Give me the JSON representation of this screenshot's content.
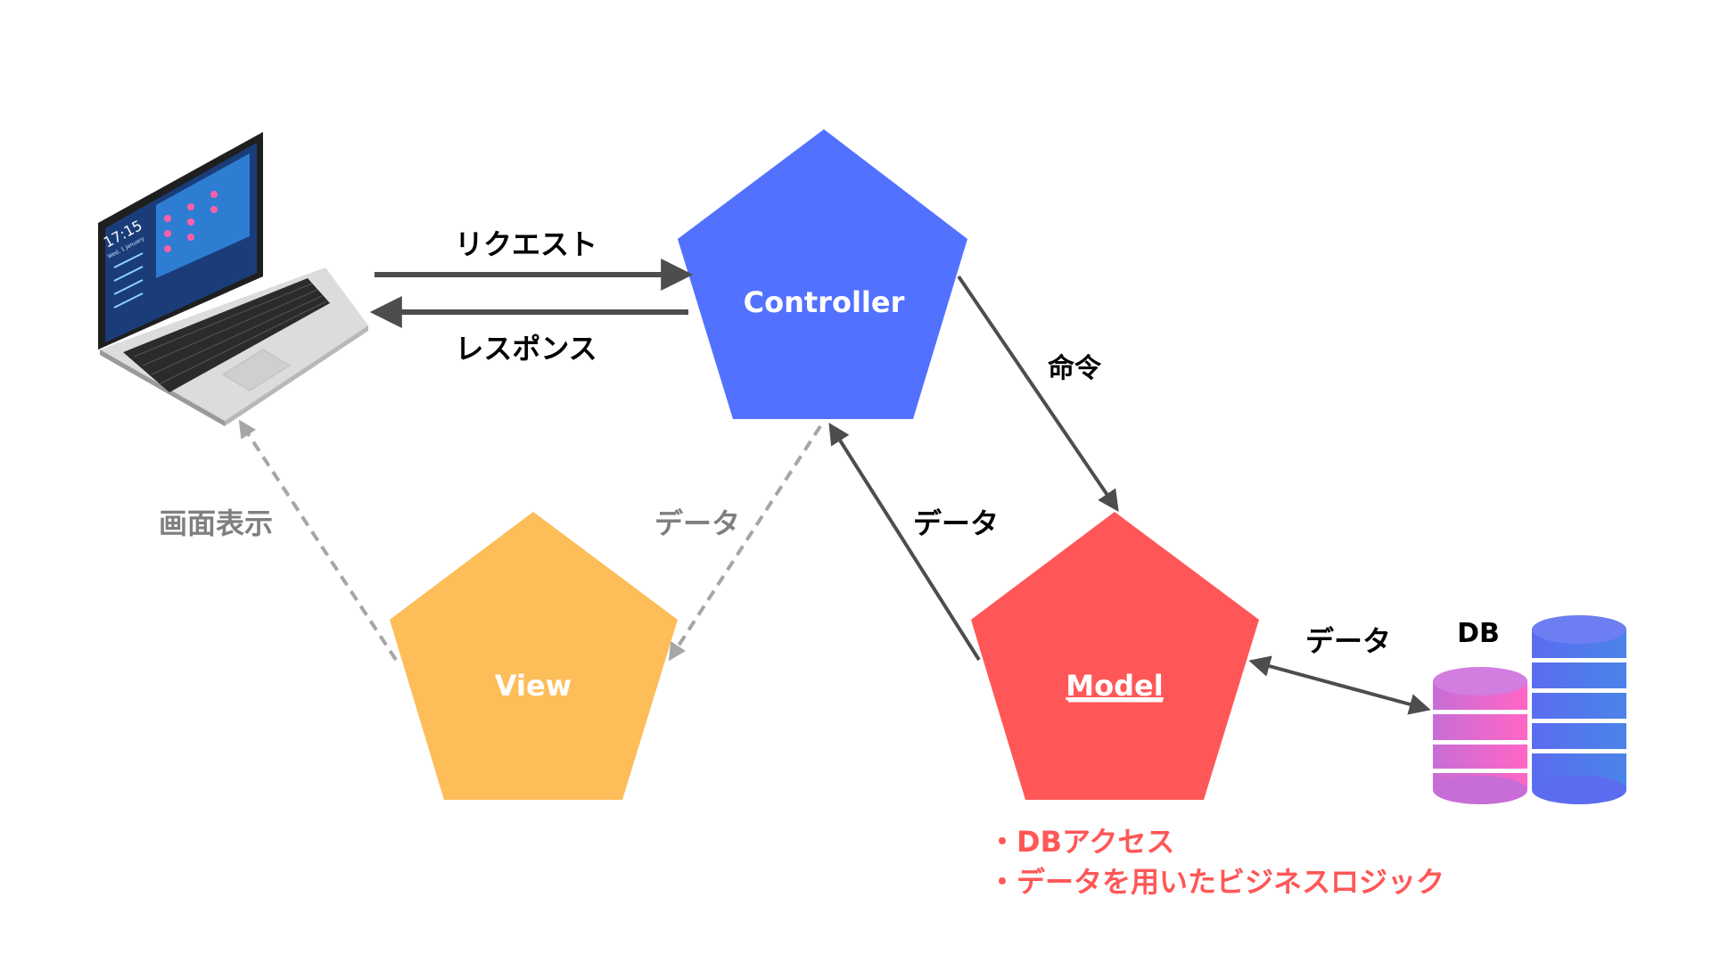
{
  "nodes": {
    "controller": {
      "label": "Controller",
      "color": "#5271FF"
    },
    "view": {
      "label": "View",
      "color": "#FDBD59"
    },
    "model": {
      "label": "Model",
      "color": "#FF5757"
    }
  },
  "labels": {
    "request": "リクエスト",
    "response": "レスポンス",
    "command": "命令",
    "data_model_to_controller": "データ",
    "data_controller_to_view": "データ",
    "display": "画面表示",
    "data_db": "データ",
    "db": "DB"
  },
  "model_notes": [
    "・DBアクセス",
    "・データを用いたビジネスロジック"
  ],
  "laptop": {
    "time": "17:15",
    "date": "Wed, 1 January"
  },
  "colors": {
    "dark_arrow": "#4d4d4d",
    "dashed_arrow": "#a6a6a6",
    "muted_text": "#7f7f7f",
    "note_text": "#FF5757"
  }
}
